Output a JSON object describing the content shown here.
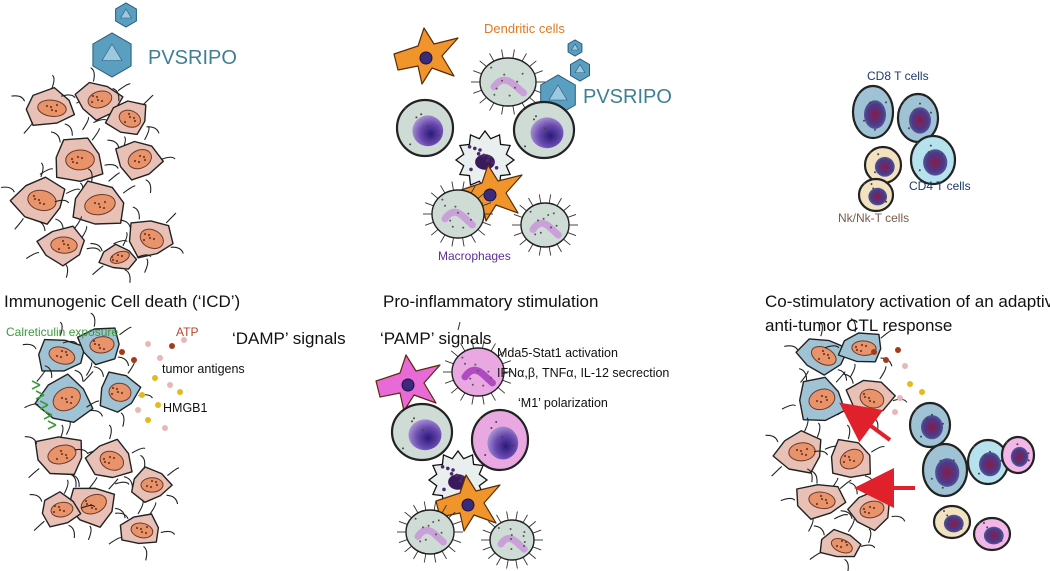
{
  "panel1": {
    "virus_label": "PVSRIPO",
    "caption": "Immunogenic Cell death (‘ICD’)",
    "calreticulin": "Calreticulin exposure",
    "atp": "ATP",
    "tumor_antigens": "tumor antigens",
    "hmgb1": "HMGB1",
    "damp": "‘DAMP’ signals"
  },
  "panel2": {
    "dendritic": "Dendritic cells",
    "virus_label": "PVSRIPO",
    "macrophages": "Macrophages",
    "caption": "Pro-inflammatory stimulation",
    "pamp": "‘PAMP’ signals",
    "mda5": "Mda5-Stat1 activation",
    "ifn": "IFNα,β, TNFα, IL-12 secrection",
    "m1": "‘M1’ polarization"
  },
  "panel3": {
    "cd8": "CD8 T cells",
    "cd4": "CD4 T cells",
    "nk": "Nk/Nk-T cells",
    "caption_line1": "Co-stimulatory activation of an adaptive,",
    "caption_line2": "anti-tumor CTL response"
  },
  "colors": {
    "tumor_cell": "#e8c0b6",
    "tumor_nucleus": "#e8936a",
    "infected_cell": "#9fc3d4",
    "macrophage": "#cfdcd6",
    "macrophage_nucleus": "#c9a0d8",
    "activated_macrophage": "#e9a8e2",
    "dendritic": "#f0952b",
    "pamp_dendritic": "#e86ad6",
    "virus": "#5a9ec0",
    "t_cell_body": "#9fc3d4",
    "t_cell_nucleus": "#4a3a8a",
    "nk_body": "#f3e2bf",
    "arrow": "#e0202a"
  }
}
